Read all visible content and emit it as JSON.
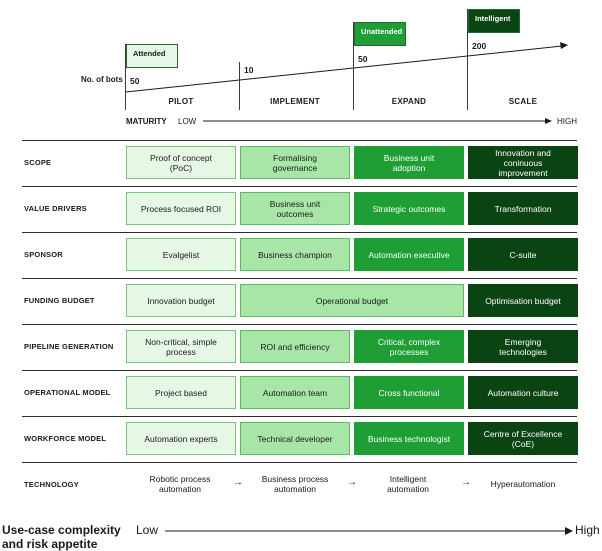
{
  "top": {
    "bots_label": "No. of bots",
    "maturity_label": "MATURITY",
    "maturity_low": "LOW",
    "maturity_high": "HIGH",
    "boxes": [
      {
        "label": "Attended",
        "style": "light"
      },
      {
        "label": "Unattended",
        "style": "mid"
      },
      {
        "label": "Intelligent",
        "style": "dark"
      }
    ],
    "stages": [
      {
        "name": "PILOT",
        "bots": "50"
      },
      {
        "name": "IMPLEMENT",
        "bots": "10"
      },
      {
        "name": "EXPAND",
        "bots": "50"
      },
      {
        "name": "SCALE",
        "bots": "200"
      }
    ]
  },
  "rows": [
    {
      "label": "SCOPE",
      "cells": [
        {
          "text": "Proof of concept (PoC)",
          "level": 1
        },
        {
          "text": "Formalising governance",
          "level": 2
        },
        {
          "text": "Business unit adoption",
          "level": 3
        },
        {
          "text": "Innovation and coninuous improvement",
          "level": 4
        }
      ]
    },
    {
      "label": "VALUE DRIVERS",
      "cells": [
        {
          "text": "Process focused ROI",
          "level": 1
        },
        {
          "text": "Business unit outcomes",
          "level": 2
        },
        {
          "text": "Strategic outcomes",
          "level": 3
        },
        {
          "text": "Transformation",
          "level": 4
        }
      ]
    },
    {
      "label": "SPONSOR",
      "cells": [
        {
          "text": "Evalgelist",
          "level": 1
        },
        {
          "text": "Business champion",
          "level": 2
        },
        {
          "text": "Automation executive",
          "level": 3
        },
        {
          "text": "C-suite",
          "level": 4
        }
      ]
    },
    {
      "label": "FUNDING BUDGET",
      "cells": [
        {
          "text": "Innovation budget",
          "level": 1
        },
        {
          "text": "Operational budget",
          "level": 2,
          "span": 2
        },
        {
          "text": "Optimisation budget",
          "level": 4
        }
      ]
    },
    {
      "label": "PIPELINE GENERATION",
      "cells": [
        {
          "text": "Non-critical, simple process",
          "level": 1
        },
        {
          "text": "ROI and efficiency",
          "level": 2
        },
        {
          "text": "Critical, complex processes",
          "level": 3
        },
        {
          "text": "Emerging technologies",
          "level": 4
        }
      ]
    },
    {
      "label": "OPERATIONAL MODEL",
      "cells": [
        {
          "text": "Project based",
          "level": 1
        },
        {
          "text": "Automation team",
          "level": 2
        },
        {
          "text": "Cross functional",
          "level": 3
        },
        {
          "text": "Automation culture",
          "level": 4
        }
      ]
    },
    {
      "label": "WORKFORCE MODEL",
      "cells": [
        {
          "text": "Automation experts",
          "level": 1
        },
        {
          "text": "Technical developer",
          "level": 2
        },
        {
          "text": "Business technologist",
          "level": 3
        },
        {
          "text": "Centre of Excellence (CoE)",
          "level": 4
        }
      ]
    }
  ],
  "technology": {
    "label": "TECHNOLOGY",
    "items": [
      "Robotic process automation",
      "Business process automation",
      "Intelligent automation",
      "Hyperautomation"
    ],
    "arrow": "→"
  },
  "footer": {
    "title_line1": "Use-case complexity",
    "title_line2": "and risk appetite",
    "low": "Low",
    "high": "High"
  },
  "colors": {
    "level1": "#e6f7e6",
    "level2": "#a8e6a8",
    "level3": "#1e9e34",
    "level4": "#0b4413"
  }
}
